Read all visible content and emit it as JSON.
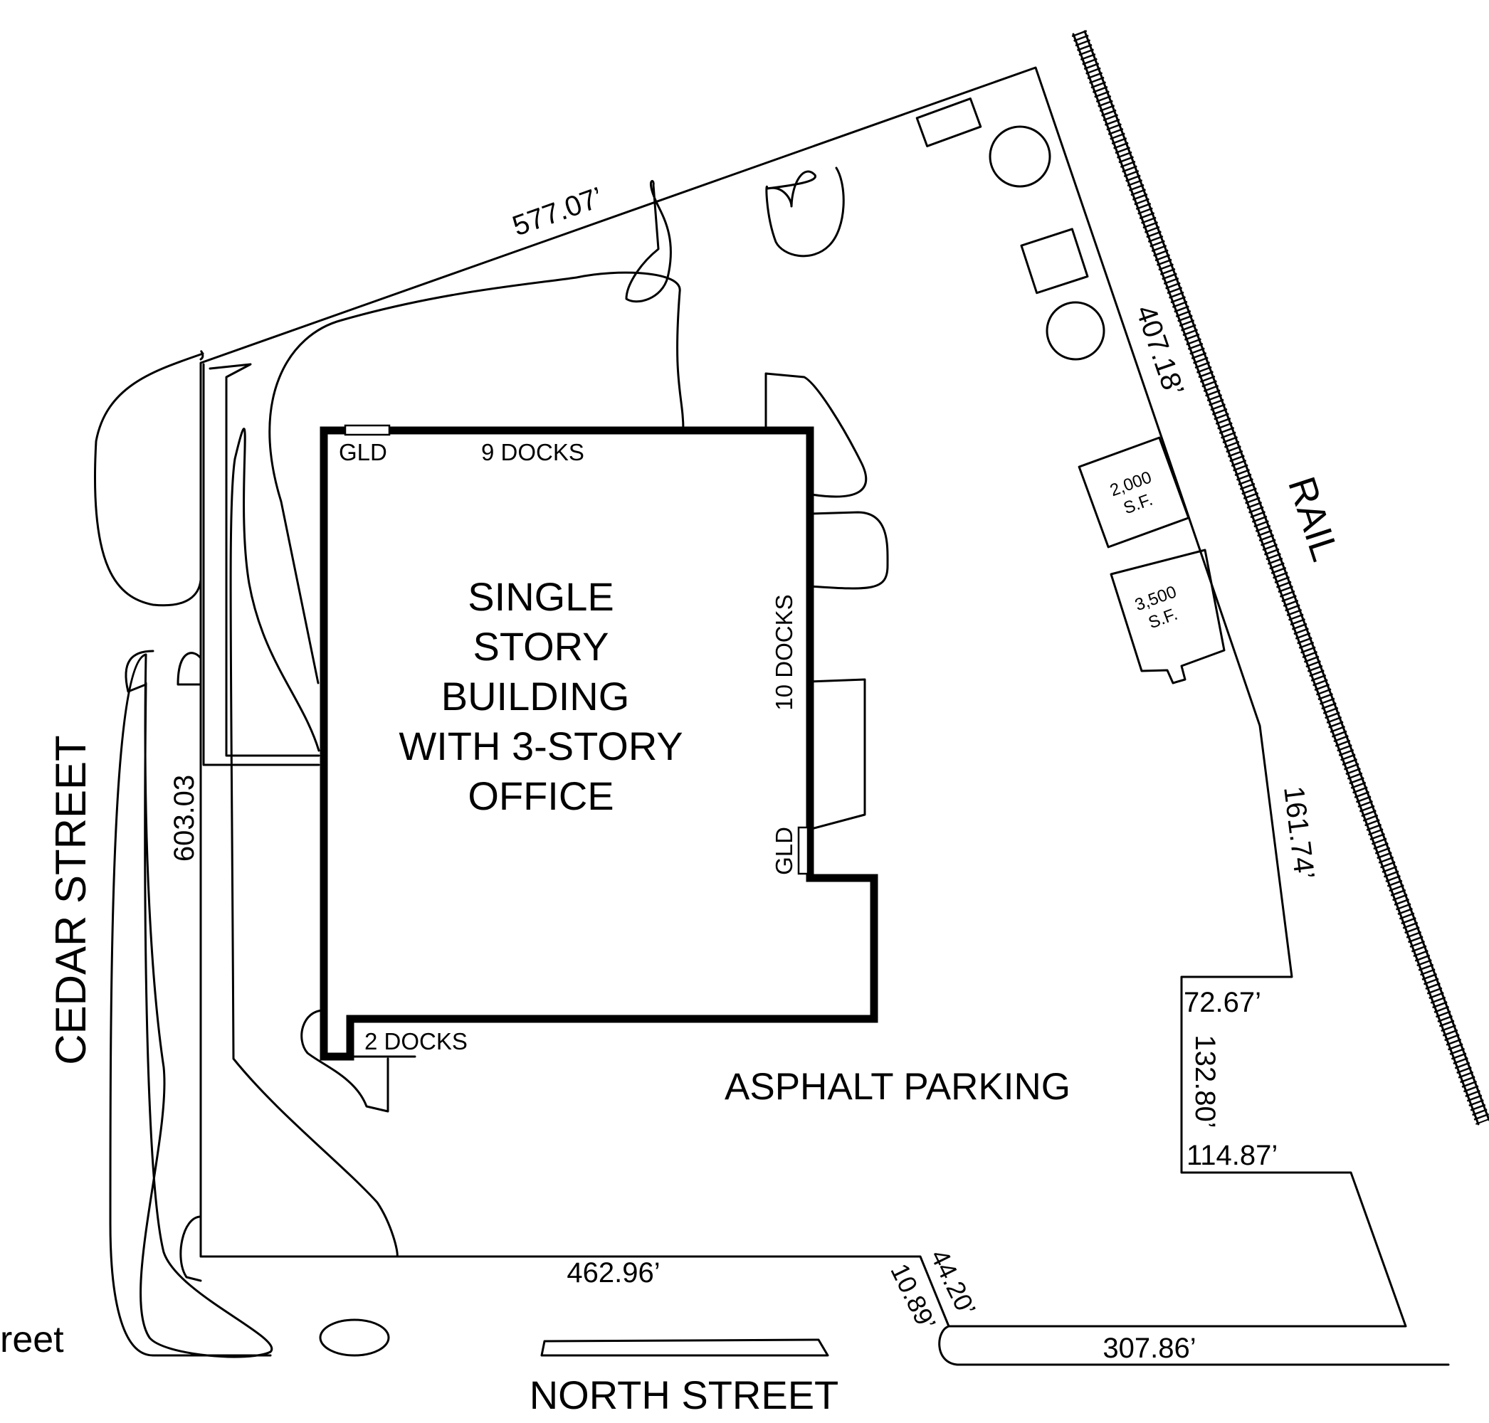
{
  "colors": {
    "ink": "#000000",
    "paper": "#ffffff"
  },
  "streets": {
    "cedar": "CEDAR STREET",
    "north": "NORTH STREET",
    "partial_left": "reet",
    "rail": "RAIL"
  },
  "building": {
    "name_lines": [
      "SINGLE",
      "STORY",
      "BUILDING",
      "WITH 3-STORY",
      "OFFICE"
    ],
    "docks_north": "9 DOCKS",
    "docks_east": "10 DOCKS",
    "docks_south": "2 DOCKS",
    "gld_north": "GLD",
    "gld_east": "GLD"
  },
  "areas": {
    "parking": "ASPHALT PARKING",
    "outbuilding_1": {
      "line1": "2,000",
      "line2": "S.F."
    },
    "outbuilding_2": {
      "line1": "3,500",
      "line2": "S.F."
    }
  },
  "dimensions": {
    "north_boundary": "577.07’",
    "rail_boundary": "407.18’",
    "rail_lower": "161.74’",
    "west_boundary": "603.03",
    "jog_top": "72.67’",
    "jog_side": "132.80’",
    "jog_bottom": "114.87’",
    "south_boundary": "462.96’",
    "corner_diag": "44.20’",
    "corner_small": "10.89’",
    "southeast_boundary": "307.86’"
  }
}
